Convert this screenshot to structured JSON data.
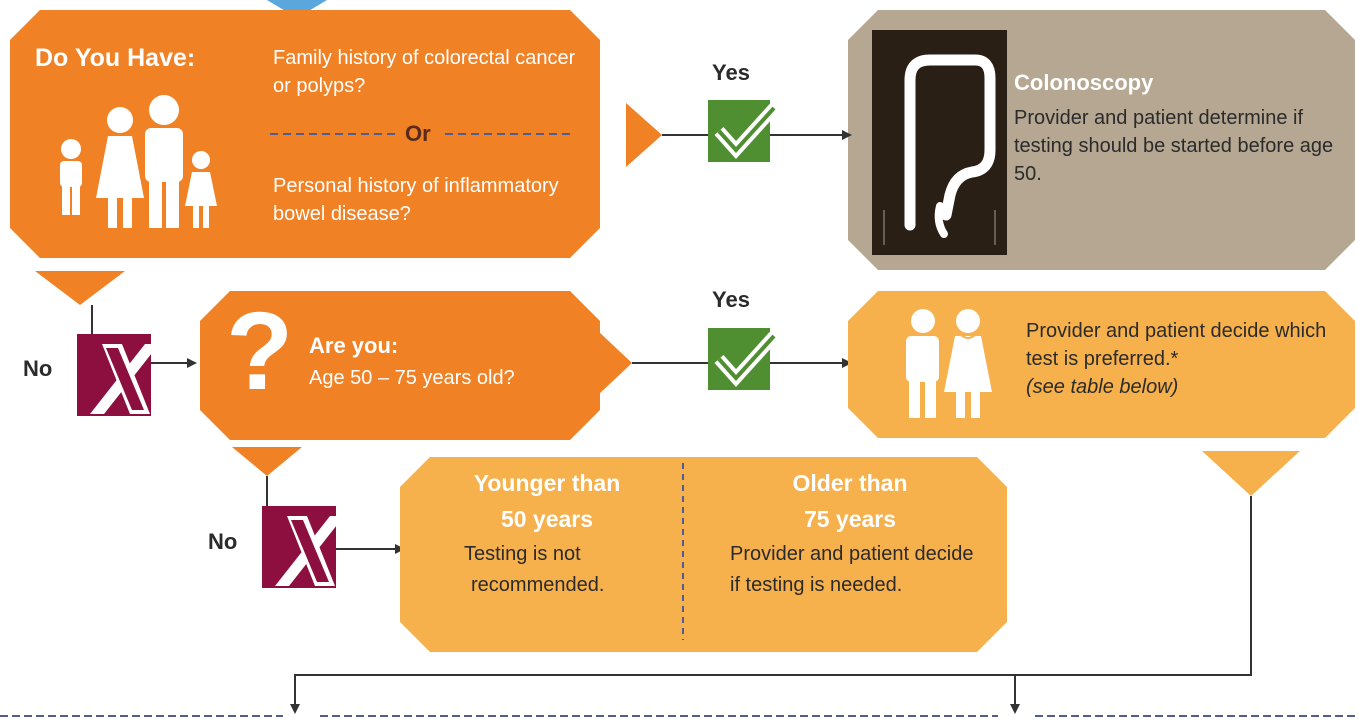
{
  "question1": {
    "title": "Do You Have:",
    "option1": "Family history of colorectal cancer or polyps?",
    "or_label": "Or",
    "option2": "Personal history of inflammatory bowel disease?"
  },
  "yes_labels": [
    "Yes",
    "Yes"
  ],
  "no_labels": [
    "No",
    "No"
  ],
  "colonoscopy": {
    "title": "Colonoscopy",
    "text": "Provider and patient determine if testing should be started before age 50."
  },
  "question2": {
    "symbol": "?",
    "title": "Are you:",
    "text": "Age 50 – 75 years old?"
  },
  "provider_decide": {
    "text": "Provider and patient decide which test is preferred.*",
    "note": "(see table below)"
  },
  "younger": {
    "title_line1": "Younger than",
    "title_line2": "50 years",
    "text_line1": "Testing is not",
    "text_line2": "recommended."
  },
  "older": {
    "title_line1": "Older than",
    "title_line2": "75 years",
    "text_line1": "Provider and patient decide",
    "text_line2": "if testing is needed."
  },
  "colors": {
    "dark_orange": "#f08125",
    "light_orange": "#f6b04c",
    "taupe": "#b5a792",
    "green": "#4f8f32",
    "maroon": "#8c0f3f",
    "navy": "#4f5d93",
    "blue": "#5aa7de",
    "line": "#333333"
  },
  "icons": [
    "family-icon",
    "colon-icon",
    "question-icon",
    "provider-patient-icon",
    "yes-check-icon",
    "no-x-icon"
  ]
}
